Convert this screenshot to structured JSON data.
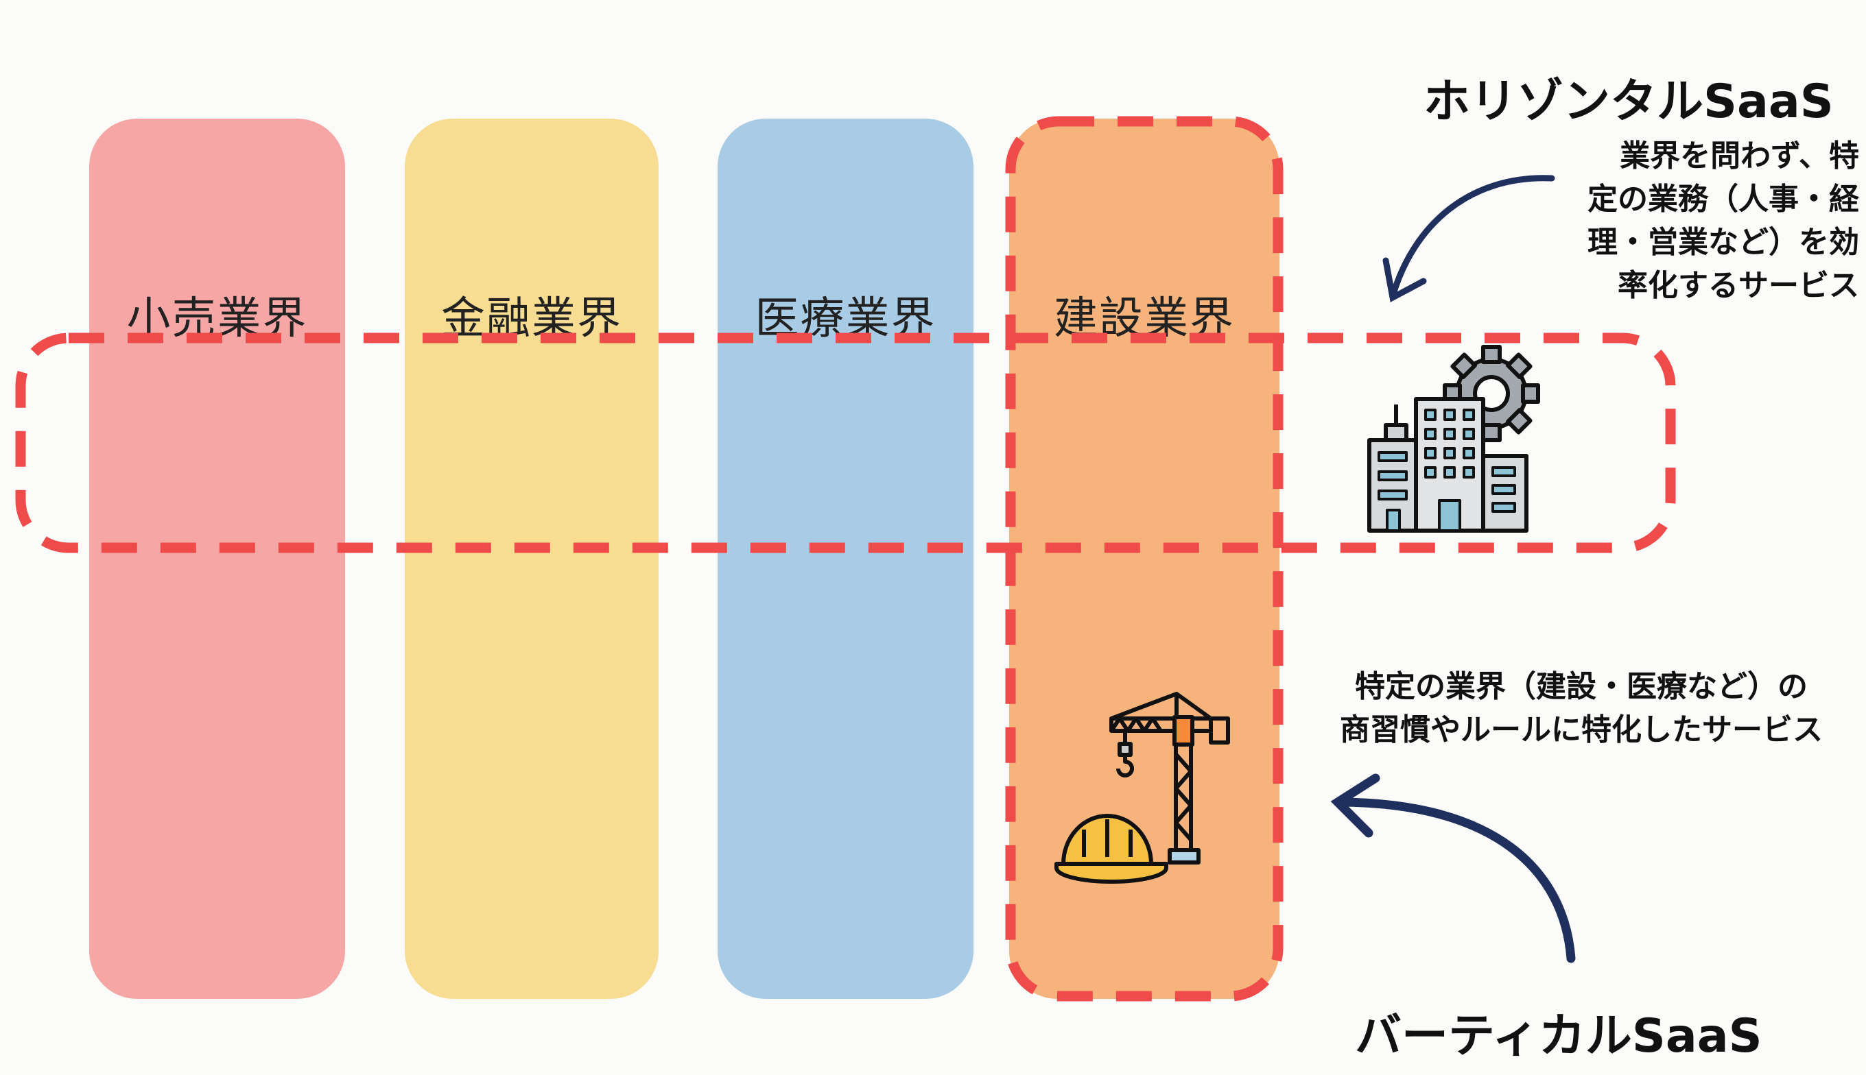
{
  "industries": [
    {
      "label": "小売業界",
      "color": "#f7a6a6"
    },
    {
      "label": "金融業界",
      "color": "#f7dc92"
    },
    {
      "label": "医療業界",
      "color": "#a9cce6"
    },
    {
      "label": "建設業界",
      "color": "#f6b47c"
    }
  ],
  "horizontal": {
    "title": "ホリゾンタルSaaS",
    "description_lines": [
      "業界を問わず、特",
      "定の業務（人事・経",
      "理・営業など）を効",
      "率化するサービス"
    ]
  },
  "vertical": {
    "title": "バーティカルSaaS",
    "description_lines": [
      "特定の業界（建設・医療など）の",
      "商習慣やルールに特化したサービス"
    ]
  },
  "colors": {
    "dash": "#ef4b4b",
    "arrow": "#1f2f5e"
  }
}
